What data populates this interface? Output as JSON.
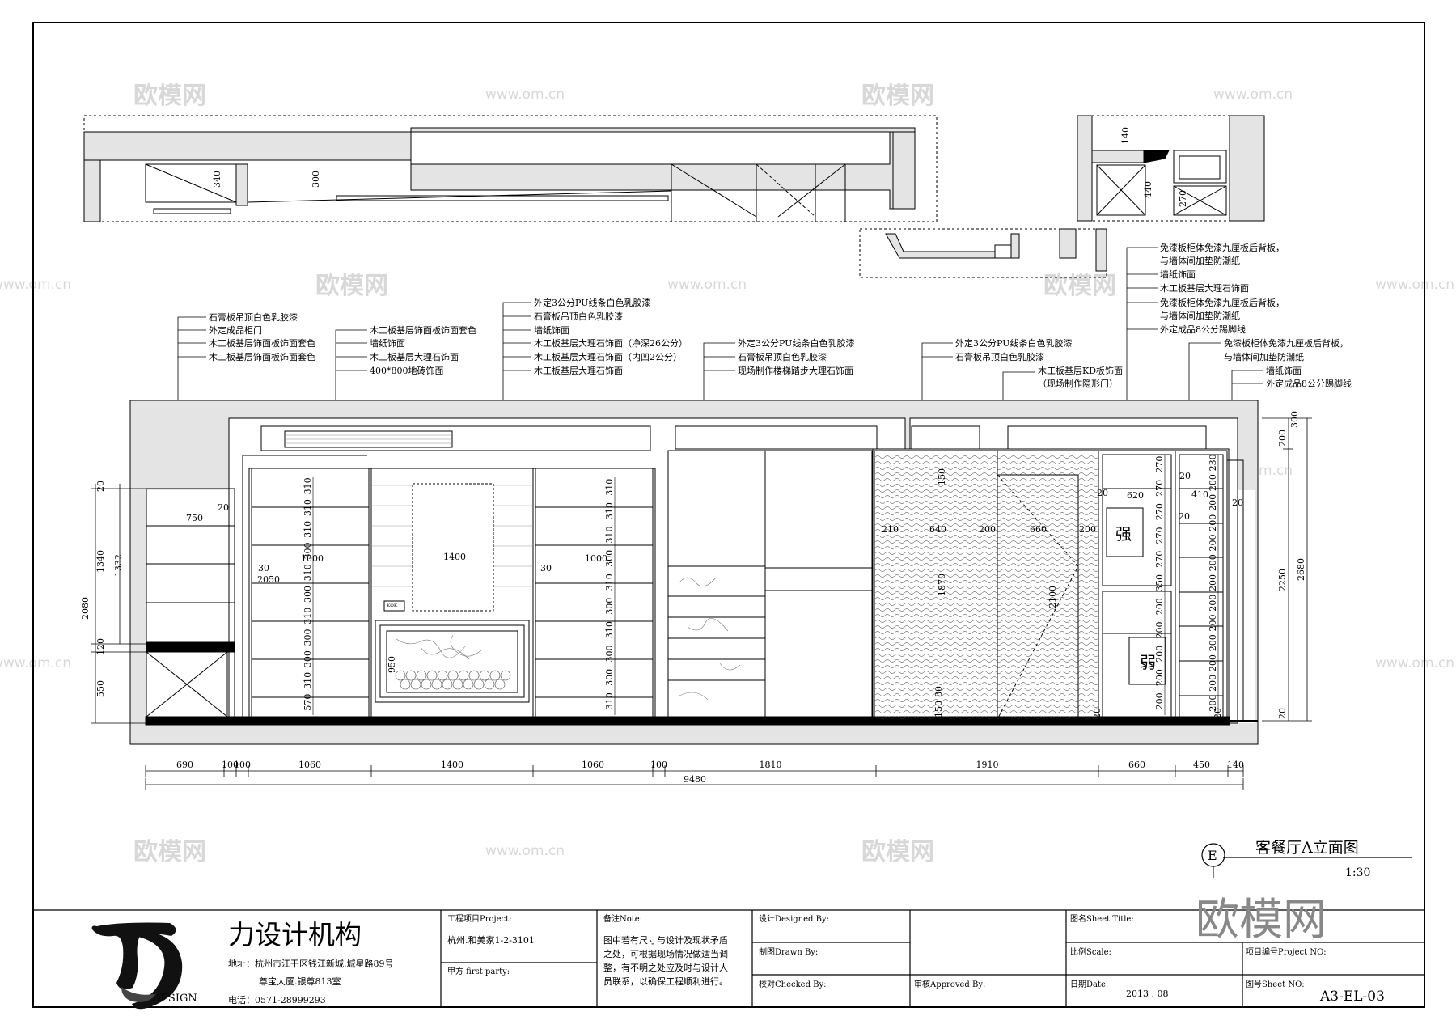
{
  "watermark": {
    "brand": "欧模网",
    "url": "www.om.cn"
  },
  "drawing": {
    "title": "客餐厅A立面图",
    "scale": "1:30",
    "section_marker": "E"
  },
  "annotations": {
    "group1": [
      "石膏板吊顶白色乳胶漆",
      "外定成品柜门",
      "木工板基层饰面板饰面套色",
      "木工板基层饰面板饰面套色"
    ],
    "group2": [
      "木工板基层饰面板饰面套色",
      "墙纸饰面",
      "木工板基层大理石饰面",
      "400*800地砖饰面"
    ],
    "group3": [
      "外定3公分PU线条白色乳胶漆",
      "石膏板吊顶白色乳胶漆",
      "墙纸饰面",
      "木工板基层大理石饰面（净深26公分）",
      "木工板基层大理石饰面（内凹2公分）",
      "木工板基层大理石饰面"
    ],
    "group4": [
      "外定3公分PU线条白色乳胶漆",
      "石膏板吊顶白色乳胶漆",
      "现场制作楼梯踏步大理石饰面"
    ],
    "group5": [
      "外定3公分PU线条白色乳胶漆",
      "石膏板吊顶白色乳胶漆",
      "木工板基层KD板饰面",
      "（现场制作隐形门）"
    ],
    "group6": [
      "免漆板柜体免漆九厘板后背板，",
      "与墙体间加垫防潮纸",
      "墙纸饰面",
      "木工板基层大理石饰面",
      "免漆板柜体免漆九厘板后背板，",
      "与墙体间加垫防潮纸",
      "外定成品8公分踢脚线"
    ],
    "group7": [
      "免漆板柜体免漆九厘板后背板，",
      "与墙体间加垫防潮纸",
      "墙纸饰面",
      "外定成品8公分踢脚线"
    ]
  },
  "dimensions": {
    "bottom_chain": [
      "690",
      "100",
      "100",
      "1060",
      "1400",
      "1060",
      "100",
      "1810",
      "1910",
      "660",
      "450",
      "140"
    ],
    "total": "9480",
    "left": [
      "20",
      "1340",
      "1332",
      "2080",
      "120",
      "550"
    ],
    "right": [
      "200",
      "300",
      "2250",
      "2680",
      "20"
    ],
    "plan": [
      "340",
      "300",
      "140",
      "440",
      "270"
    ],
    "cab_left": [
      "310",
      "310",
      "310",
      "300",
      "310",
      "300",
      "310",
      "300",
      "300",
      "310",
      "570"
    ],
    "cab_right": [
      "310",
      "310",
      "310",
      "300",
      "310",
      "300",
      "310",
      "300",
      "300",
      "310"
    ],
    "internal": [
      "750",
      "20",
      "1000",
      "30",
      "2050",
      "30",
      "1000",
      "1400",
      "950",
      "210",
      "640",
      "200",
      "660",
      "200",
      "1870",
      "2100",
      "150",
      "620",
      "410",
      "20",
      "20",
      "20",
      "20"
    ],
    "right_cab": [
      "270",
      "270",
      "270",
      "270",
      "270",
      "350",
      "200",
      "200",
      "200",
      "200",
      "200"
    ],
    "right_cab2": [
      "230",
      "200",
      "200",
      "200",
      "200",
      "200",
      "200",
      "200",
      "200",
      "200",
      "200",
      "200",
      "200"
    ],
    "small": [
      "150",
      "80",
      "20",
      "20"
    ]
  },
  "symbols": {
    "strong": "强",
    "weak": "弱",
    "tv_box": "ᴷᴼᴷ"
  },
  "title_block": {
    "company": "力设计机构",
    "logo_caption": "DESIGN",
    "address_1": "地址：杭州市江干区钱江新城.城星路89号",
    "address_2": "尊宝大厦.银尊813室",
    "phone": "电话：0571-28999293",
    "project_label": "工程项目Project:",
    "project_value": "杭州.和美家1-2-3101",
    "party_label": "甲方 first party:",
    "note_label": "备注Note:",
    "note_text": [
      "图中若有尺寸与设计及现状矛盾",
      "之处，可根据现场情况做适当调",
      "整，有不明之处应及时与设计人",
      "员联系，以确保工程顺利进行。"
    ],
    "designed_label": "设计Designed By:",
    "drawn_label": "制图Drawn By:",
    "checked_label": "校对Checked By:",
    "approved_label": "审核Approved By:",
    "sheet_title_label": "图名Sheet Title:",
    "scale_label": "比例Scale:",
    "date_label": "日期Date:",
    "date_value": "2013 . 08",
    "project_no_label": "项目编号Project NO:",
    "sheet_no_label": "图号Sheet NO:",
    "sheet_no_value": "A3-EL-03"
  }
}
